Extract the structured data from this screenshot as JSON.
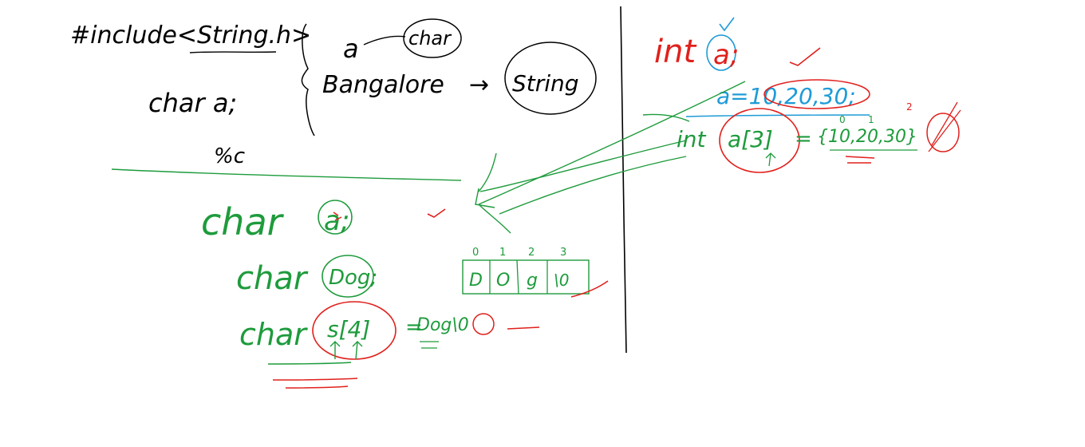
{
  "colors": {
    "black": "#000000",
    "green": "#1e9b3c",
    "red": "#e0201c",
    "blue": "#1e9bd7"
  },
  "left_top": {
    "include": "#include<String.h>",
    "char_decl": "char a;",
    "format": "%c",
    "a_label": "a",
    "char_circled": "char",
    "bangalore": "Bangalore",
    "arrow": "→",
    "string_circled": "String"
  },
  "left_bottom": {
    "char_a": "char",
    "a_semicolon": "a;",
    "char_dog": "char",
    "dog": "Dog;",
    "char_s": "char",
    "s_index": "s[4]",
    "equals": "=",
    "dog_zero": "Dog\\0",
    "array_indices": [
      "0",
      "1",
      "2",
      "3"
    ],
    "array_cells": [
      "D",
      "O",
      "g",
      "\\0"
    ]
  },
  "right": {
    "int_a": "int",
    "a_circled": "a;",
    "a_values": "a=10,20,30;",
    "int_decl": "int",
    "a3": "a[3]",
    "equals": "=",
    "brace_values": "{10,20,30}",
    "small_indices": [
      "0",
      "1",
      "2"
    ]
  }
}
